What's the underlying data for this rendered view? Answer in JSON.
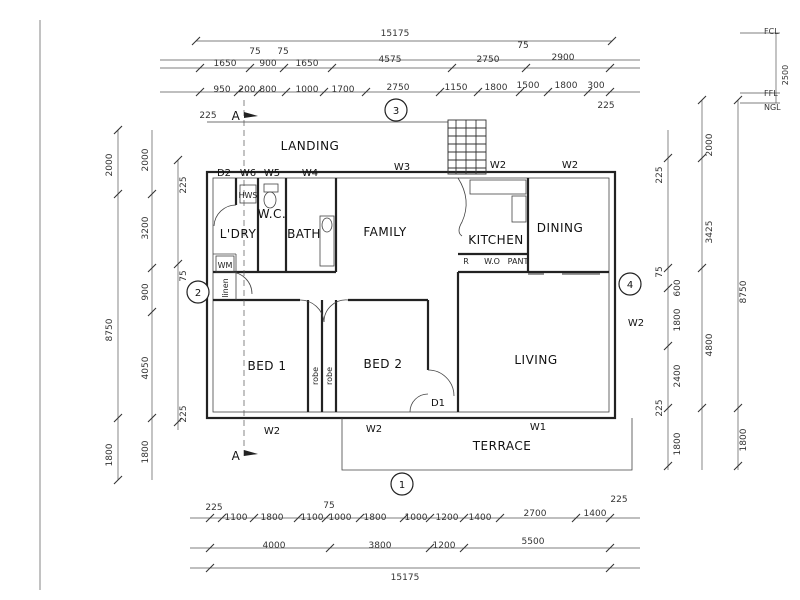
{
  "dimensions": {
    "overall_top": "15175",
    "top_row1": [
      "75",
      "75",
      "75"
    ],
    "top_row2": [
      "1650",
      "900",
      "1650",
      "4575",
      "2750",
      "2900"
    ],
    "top_row3": [
      "950",
      "200",
      "800",
      "1000",
      "1700",
      "2750",
      "1150",
      "1800",
      "1500",
      "1800",
      "300"
    ],
    "top_left_225": "225",
    "top_right_225": "225",
    "left_outer": [
      "2000",
      "8750",
      "1800"
    ],
    "left_mid": [
      "2000",
      "3200",
      "900",
      "4050",
      "1800"
    ],
    "left_inner": [
      "225",
      "75",
      "225"
    ],
    "right_inner": [
      "225",
      "75",
      "600",
      "1800",
      "2400",
      "225",
      "1800"
    ],
    "right_mid": [
      "2000",
      "3425",
      "4800",
      "1800"
    ],
    "right_outer": [
      "8750"
    ],
    "bottom_row1": [
      "225",
      "1100",
      "1800",
      "1100",
      "1000",
      "1800",
      "1000",
      "1200",
      "1400",
      "2700",
      "1400",
      "225"
    ],
    "bottom_row1_top": "75",
    "bottom_row2": [
      "4000",
      "3800",
      "1200",
      "5500"
    ],
    "overall_bottom": "15175"
  },
  "levels": {
    "fcl": "FCL",
    "ffl": "FFL",
    "ngl": "NGL",
    "level_dim": "2500"
  },
  "rooms": {
    "landing": "LANDING",
    "family": "FAMILY",
    "kitchen": "KITCHEN",
    "dining": "DINING",
    "lory": "L'DRY",
    "bath": "BATH",
    "wc": "W.C.",
    "bed1": "BED 1",
    "bed2": "BED 2",
    "living": "LIVING",
    "terrace": "TERRACE",
    "linen": "linen",
    "robe1": "robe",
    "robe2": "robe"
  },
  "fixtures": {
    "r": "R",
    "wo": "W.O",
    "pant": "PANT",
    "hwu": "HWS",
    "wm": "WM"
  },
  "windows": {
    "d2": "D2",
    "w6": "W6",
    "w5": "W5",
    "w4": "W4",
    "w3": "W3",
    "w2_top1": "W2",
    "w2_top2": "W2",
    "w2_right": "W2",
    "w2_bot1": "W2",
    "w2_bot2": "W2",
    "w1": "W1",
    "d1": "D1"
  },
  "markers": {
    "section_a_top": "A",
    "section_a_bottom": "A",
    "grid_1": "1",
    "grid_2": "2",
    "grid_3": "3",
    "grid_4": "4"
  }
}
